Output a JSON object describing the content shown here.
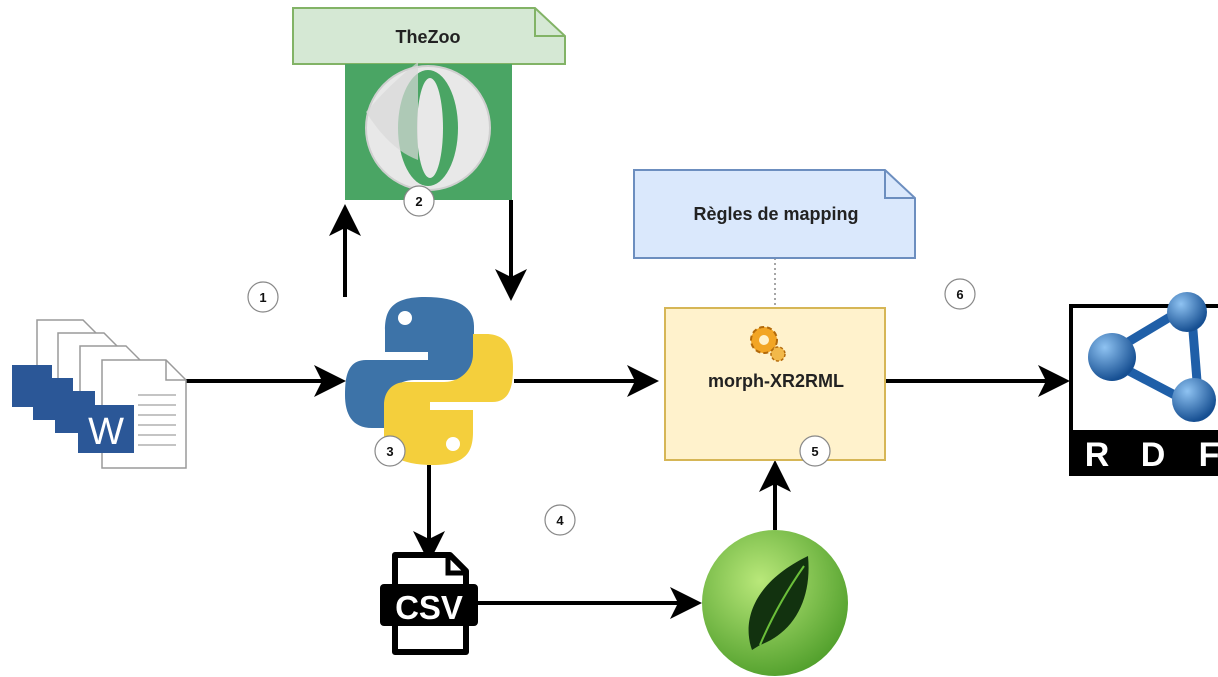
{
  "diagram": {
    "thezoo_label": "TheZoo",
    "rules_label": "Règles de mapping",
    "morph_label": "morph-XR2RML",
    "csv_label": "CSV",
    "word_letter": "W",
    "rdf_letters": [
      "R",
      "D",
      "F"
    ],
    "steps": [
      "1",
      "2",
      "3",
      "4",
      "5",
      "6"
    ],
    "colors": {
      "thezoo_note_fill": "#d5e8d4",
      "thezoo_note_stroke": "#82b366",
      "rules_note_fill": "#dae8fc",
      "rules_note_stroke": "#6c8ebf",
      "process_fill": "#fff2cc",
      "process_stroke": "#d6b656",
      "green_app": "#4aa564",
      "word_blue": "#2b5797",
      "python_blue": "#3d73a8",
      "python_yellow": "#f4cf3c",
      "leaf_green": "#6bbf3a",
      "rdf_blue": "#1f5fa8",
      "arrow": "#000000"
    }
  }
}
